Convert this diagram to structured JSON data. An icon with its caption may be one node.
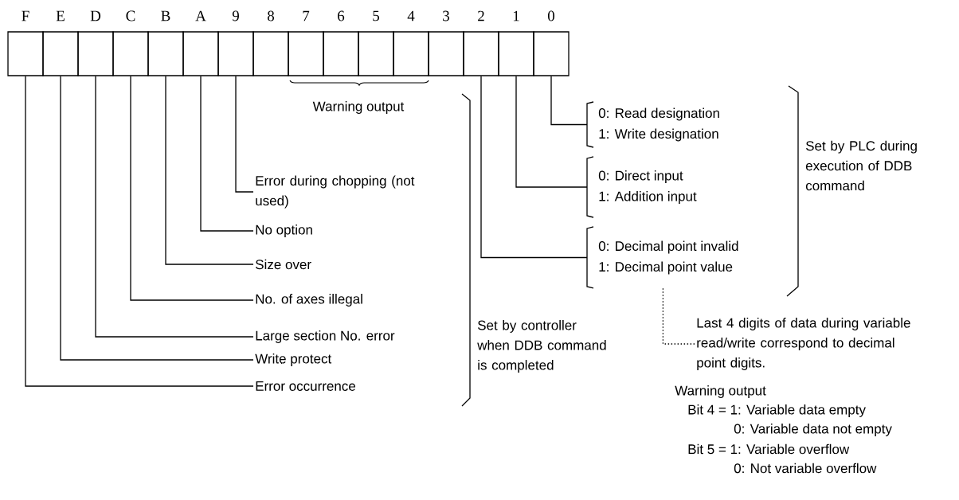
{
  "diagram": {
    "nodes": [
      {
        "text": [
          "F"
        ]
      },
      {
        "text": [
          "E"
        ]
      },
      {
        "text": [
          "D"
        ]
      },
      {
        "text": [
          "C"
        ]
      },
      {
        "text": [
          "B"
        ]
      },
      {
        "text": [
          "A"
        ]
      },
      {
        "text": [
          "9"
        ]
      },
      {
        "text": [
          "8"
        ]
      },
      {
        "text": [
          "7"
        ]
      },
      {
        "text": [
          "6"
        ]
      },
      {
        "text": [
          "5"
        ]
      },
      {
        "text": [
          "4"
        ]
      },
      {
        "text": [
          "3"
        ]
      },
      {
        "text": [
          "2"
        ]
      },
      {
        "text": [
          "1"
        ]
      },
      {
        "text": [
          "0"
        ]
      },
      {
        "text": [
          "Error during chopping (not used)"
        ]
      },
      {
        "text": [
          "No option"
        ]
      },
      {
        "text": [
          "Size over"
        ]
      },
      {
        "text": [
          "No. of axes illegal"
        ]
      },
      {
        "text": [
          "Large section No. error"
        ]
      },
      {
        "text": [
          "Write protect"
        ]
      },
      {
        "text": [
          "Error occurrence"
        ]
      },
      {
        "text": [
          "0: Read designation",
          "1: Write designation"
        ]
      },
      {
        "text": [
          "0: Direct input",
          "1: Addition input"
        ]
      },
      {
        "text": [
          "0: Decimal point invalid",
          "1: Decimal point value"
        ]
      },
      {
        "text": [
          "Last 4 digits of data during variable read/write correspond to decimal point digits."
        ]
      }
    ],
    "edges": [
      {
        "from": 6,
        "to": 16,
        "arrow": "none"
      },
      {
        "from": 5,
        "to": 17,
        "arrow": "none"
      },
      {
        "from": 4,
        "to": 18,
        "arrow": "none"
      },
      {
        "from": 3,
        "to": 19,
        "arrow": "none"
      },
      {
        "from": 2,
        "to": 20,
        "arrow": "none"
      },
      {
        "from": 1,
        "to": 21,
        "arrow": "none"
      },
      {
        "from": 0,
        "to": 22,
        "arrow": "none"
      },
      {
        "from": 15,
        "to": 23,
        "arrow": "none"
      },
      {
        "from": 14,
        "to": 24,
        "arrow": "none"
      },
      {
        "from": 13,
        "to": 25,
        "arrow": "none"
      },
      {
        "from": 25,
        "to": 26,
        "arrow": "none",
        "style": "dashed"
      }
    ],
    "labels": [
      "Warning output",
      "Set by PLC during execution of DDB command",
      "Set by controller when DDB command is completed",
      "Warning output",
      "Bit 4 = 1: Variable data empty",
      "0: Variable data not empty",
      "Bit 5 = 1: Variable overflow",
      "0: Not variable overflow"
    ]
  }
}
